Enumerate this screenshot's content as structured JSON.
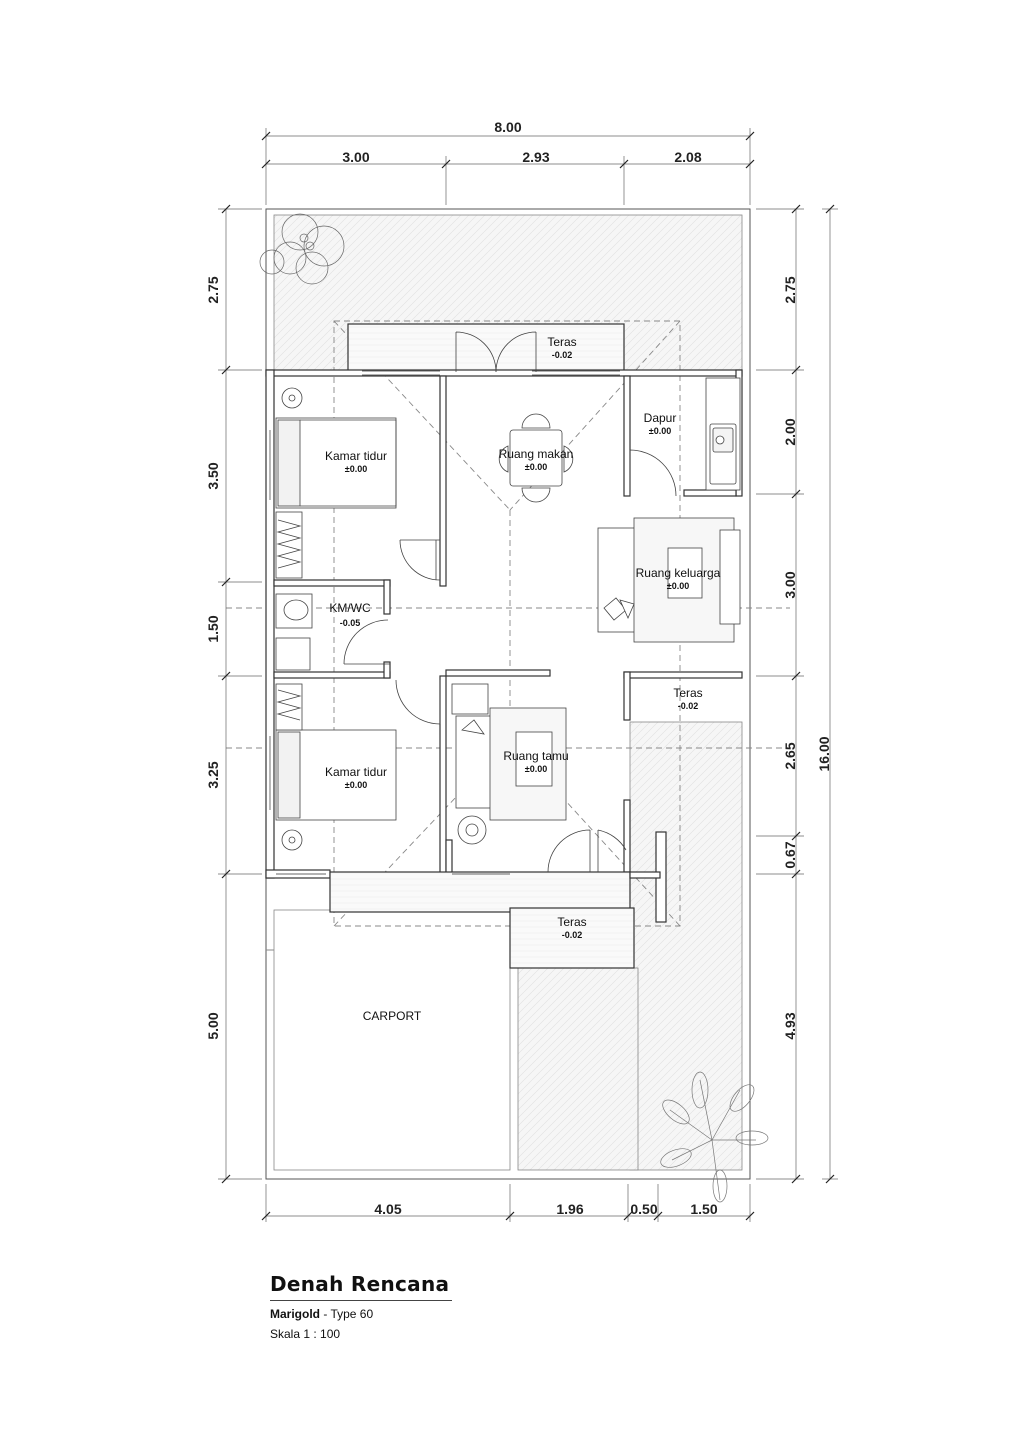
{
  "overall_width": "8.00",
  "overall_depth": "16.00",
  "top_dims": [
    "3.00",
    "2.93",
    "2.08"
  ],
  "bottom_dims": [
    "4.05",
    "1.96",
    "0.50",
    "1.50"
  ],
  "left_dims": [
    "2.75",
    "3.50",
    "1.50",
    "3.25",
    "5.00"
  ],
  "right_dims": [
    "2.75",
    "2.00",
    "3.00",
    "2.65",
    "0.67",
    "4.93"
  ],
  "rooms": [
    {
      "name": "Teras",
      "level": "-0.02"
    },
    {
      "name": "Dapur",
      "level": "±0.00"
    },
    {
      "name": "Ruang makan",
      "level": "±0.00"
    },
    {
      "name": "Kamar tidur",
      "level": "±0.00"
    },
    {
      "name": "Ruang keluarga",
      "level": "±0.00"
    },
    {
      "name": "KM/WC",
      "level": "-0.05"
    },
    {
      "name": "Teras",
      "level": "-0.02"
    },
    {
      "name": "Ruang tamu",
      "level": "±0.00"
    },
    {
      "name": "Kamar tidur",
      "level": "±0.00"
    },
    {
      "name": "Teras",
      "level": "-0.02"
    }
  ],
  "carport_label": "CARPORT",
  "title": "Denah Rencana",
  "subtitle_name": "Marigold",
  "subtitle_type": " - Type 60",
  "scale": "Skala 1 : 100"
}
